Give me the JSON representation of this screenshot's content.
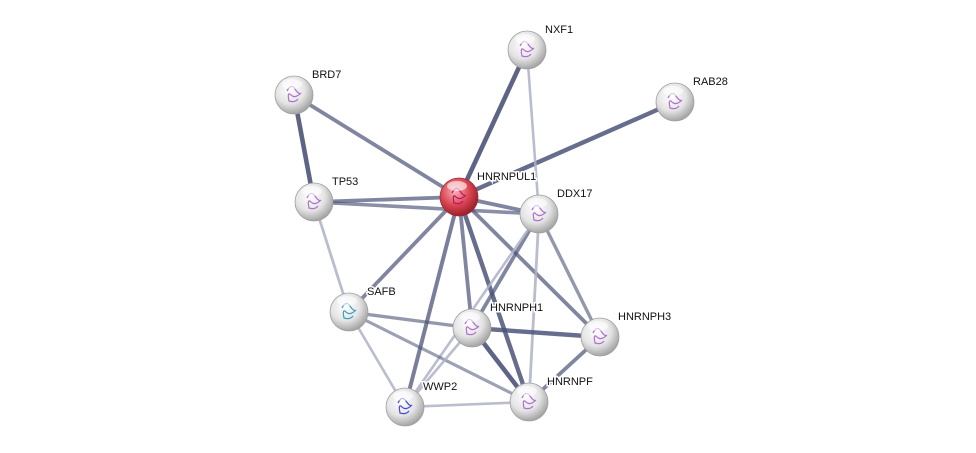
{
  "network": {
    "colors": {
      "query_node": "#d9434f",
      "node": "#e6e6e6",
      "edge_strong": "#4c5378",
      "edge_weak": "#aeb2c6"
    },
    "nodes": [
      {
        "id": "NXF1",
        "label": "NXF1",
        "query": false
      },
      {
        "id": "BRD7",
        "label": "BRD7",
        "query": false
      },
      {
        "id": "RAB28",
        "label": "RAB28",
        "query": false
      },
      {
        "id": "HNRNPUL1",
        "label": "HNRNPUL1",
        "query": true
      },
      {
        "id": "TP53",
        "label": "TP53",
        "query": false
      },
      {
        "id": "DDX17",
        "label": "DDX17",
        "query": false
      },
      {
        "id": "SAFB",
        "label": "SAFB",
        "query": false
      },
      {
        "id": "HNRNPH1",
        "label": "HNRNPH1",
        "query": false
      },
      {
        "id": "HNRNPH3",
        "label": "HNRNPH3",
        "query": false
      },
      {
        "id": "HNRNPF",
        "label": "HNRNPF",
        "query": false
      },
      {
        "id": "WWP2",
        "label": "WWP2",
        "query": false
      }
    ],
    "edges": [
      {
        "a": "HNRNPUL1",
        "b": "NXF1",
        "score": 0.9
      },
      {
        "a": "HNRNPUL1",
        "b": "BRD7",
        "score": 0.7
      },
      {
        "a": "HNRNPUL1",
        "b": "RAB28",
        "score": 0.85
      },
      {
        "a": "HNRNPUL1",
        "b": "TP53",
        "score": 0.7
      },
      {
        "a": "HNRNPUL1",
        "b": "DDX17",
        "score": 0.7
      },
      {
        "a": "HNRNPUL1",
        "b": "SAFB",
        "score": 0.7
      },
      {
        "a": "HNRNPUL1",
        "b": "HNRNPH1",
        "score": 0.7
      },
      {
        "a": "HNRNPUL1",
        "b": "HNRNPH3",
        "score": 0.7
      },
      {
        "a": "HNRNPUL1",
        "b": "HNRNPF",
        "score": 0.85
      },
      {
        "a": "HNRNPUL1",
        "b": "WWP2",
        "score": 0.75
      },
      {
        "a": "BRD7",
        "b": "TP53",
        "score": 0.9
      },
      {
        "a": "TP53",
        "b": "DDX17",
        "score": 0.65
      },
      {
        "a": "TP53",
        "b": "SAFB",
        "score": 0.45
      },
      {
        "a": "NXF1",
        "b": "DDX17",
        "score": 0.4
      },
      {
        "a": "DDX17",
        "b": "HNRNPH1",
        "score": 0.7
      },
      {
        "a": "DDX17",
        "b": "WWP2",
        "score": 0.4
      },
      {
        "a": "DDX17",
        "b": "HNRNPH3",
        "score": 0.6
      },
      {
        "a": "DDX17",
        "b": "HNRNPF",
        "score": 0.45
      },
      {
        "a": "SAFB",
        "b": "HNRNPH1",
        "score": 0.6
      },
      {
        "a": "SAFB",
        "b": "HNRNPF",
        "score": 0.55
      },
      {
        "a": "SAFB",
        "b": "WWP2",
        "score": 0.4
      },
      {
        "a": "WWP2",
        "b": "HNRNPH1",
        "score": 0.4
      },
      {
        "a": "WWP2",
        "b": "HNRNPF",
        "score": 0.4
      },
      {
        "a": "HNRNPH1",
        "b": "HNRNPH3",
        "score": 0.85
      },
      {
        "a": "HNRNPH1",
        "b": "HNRNPF",
        "score": 0.9
      },
      {
        "a": "HNRNPH3",
        "b": "HNRNPF",
        "score": 0.7
      }
    ]
  }
}
